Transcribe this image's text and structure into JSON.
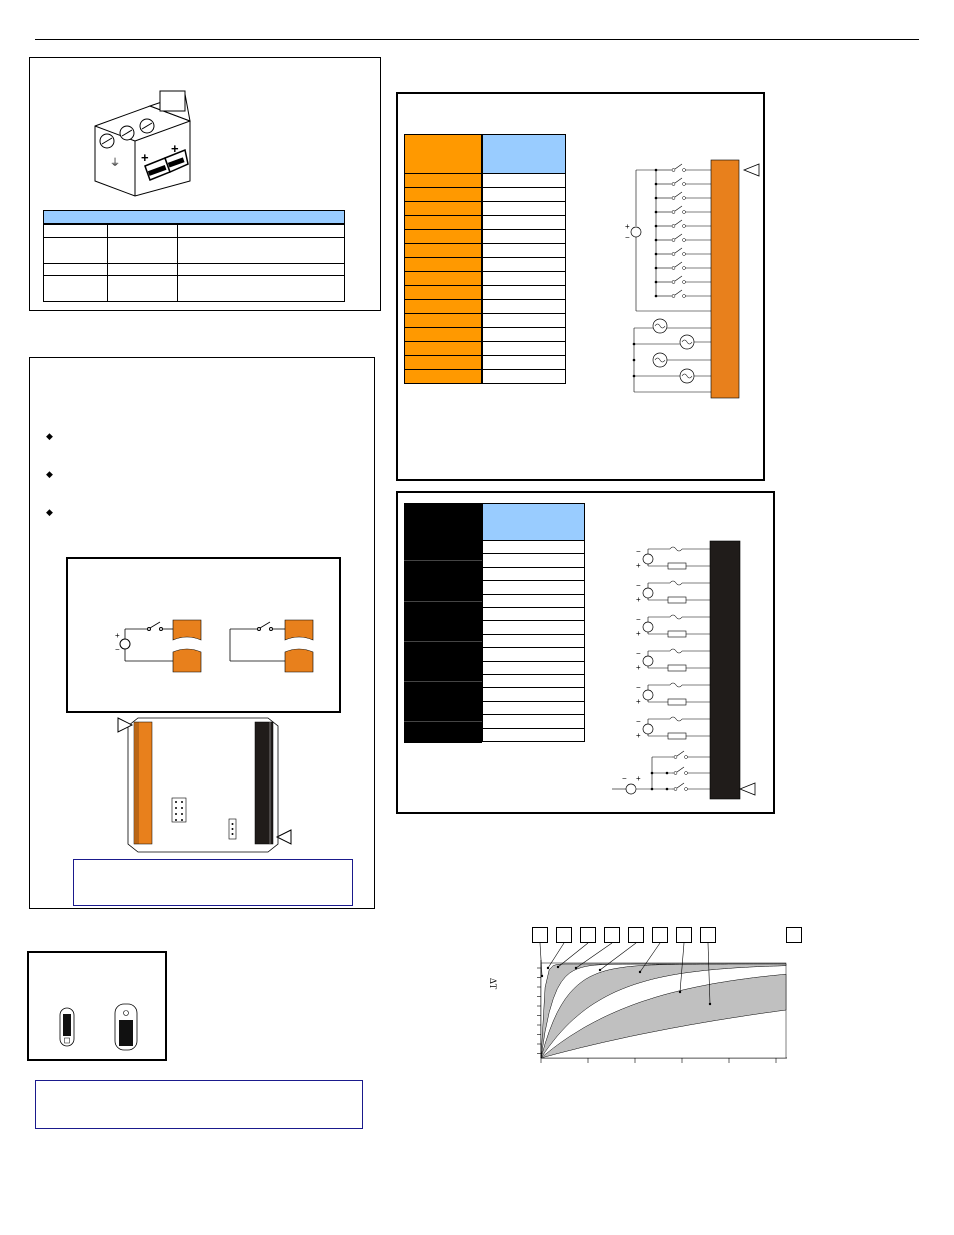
{
  "page": {
    "rule_color": "#000000"
  },
  "connector_panel": {
    "table_header_color": "#99ccff",
    "rows": [
      {
        "c1": "",
        "c2": "",
        "c3": ""
      },
      {
        "c1": "",
        "c2": "",
        "c3": ""
      },
      {
        "c1": "",
        "c2": "",
        "c3": ""
      }
    ],
    "connector_marks": [
      "+",
      "+",
      "⏚"
    ]
  },
  "jumper_panel": {
    "bullets": [
      "",
      "",
      ""
    ],
    "note": "",
    "wiring_marks": [
      "+",
      "−"
    ]
  },
  "small_jumper_panel": {
    "note": ""
  },
  "digital_input_panel": {
    "header_color": "#ff9900",
    "header_alt_color": "#99ccff",
    "row_count": 15,
    "source_marks": [
      "+",
      "−"
    ]
  },
  "analog_input_panel": {
    "header_color": "#99ccff",
    "row_count": 15,
    "source_marks": [
      "−",
      "+"
    ]
  },
  "response_chart": {
    "ylabel": "ΔT",
    "curve_callouts": [
      "",
      "",
      "",
      "",
      "",
      "",
      "",
      ""
    ],
    "extra_callout": ""
  },
  "colors": {
    "orange": "#e8801c",
    "dark": "#201c1a",
    "blue_header": "#99ccff",
    "navy_note_border": "#1a1a8c",
    "chart_gray": "#c0c0c0"
  }
}
